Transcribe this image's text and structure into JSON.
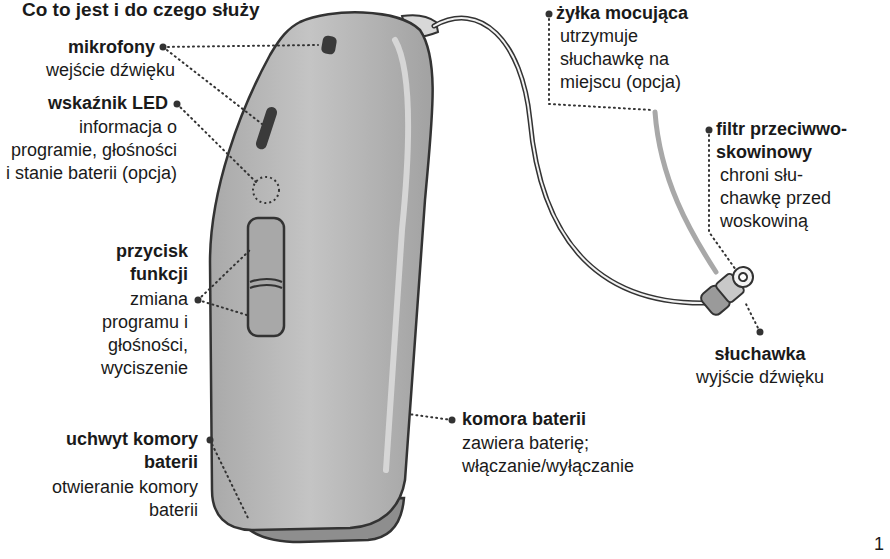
{
  "diagram": {
    "title": "Co to jest i do czego służy",
    "labels": [
      "mikrofony",
      "wejście dźwięku",
      "wskaźnik LED",
      "informacja o programie, głośności i stanie baterii (opcja)",
      "przycisk funkcji",
      "zmiana programu i głośności, wyciszenie",
      "uchwyt komory baterii",
      "otwieranie komory baterii",
      "żyłka mocująca",
      "utrzymuje słuchawkę na miejscu (opcja)",
      "filtr przeciwwo- skowinowy",
      "chroni słu- chawkę przed woskowiną",
      "słuchawka",
      "wyjście dźwięku",
      "komora baterii",
      "zawiera baterię; włączanie/wyłączanie",
      "1"
    ]
  }
}
